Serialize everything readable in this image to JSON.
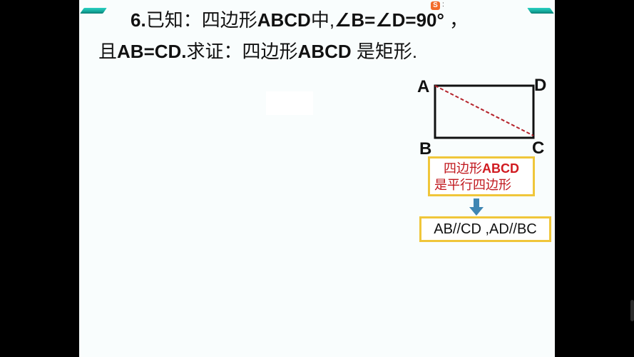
{
  "slide": {
    "title_line1": {
      "number": "6.",
      "prefix": "已知：四边形",
      "quad": "ABCD",
      "mid": "中,",
      "angle_text": "∠B=∠D=90°",
      "suffix": " ，"
    },
    "title_line2": {
      "prefix": "且",
      "equality": "AB=CD.",
      "prove": "求证：四边形",
      "quad": "ABCD",
      "conclusion": " 是矩形."
    },
    "ime_indicator": {
      "icon": "S",
      "dots": ":"
    }
  },
  "figure": {
    "vertices": {
      "A": "A",
      "B": "B",
      "C": "C",
      "D": "D"
    },
    "diagonal": "AC",
    "colors": {
      "outline": "#111111",
      "diagonal": "#b5222a"
    }
  },
  "reasoning": {
    "box1_line1_prefix": "四边形",
    "box1_line1_quad": "ABCD",
    "box1_line2": "是平行四边形",
    "box2": "AB//CD ,AD//BC",
    "arrow_color": "#3f86b3",
    "border_color": "#f0c63a"
  }
}
